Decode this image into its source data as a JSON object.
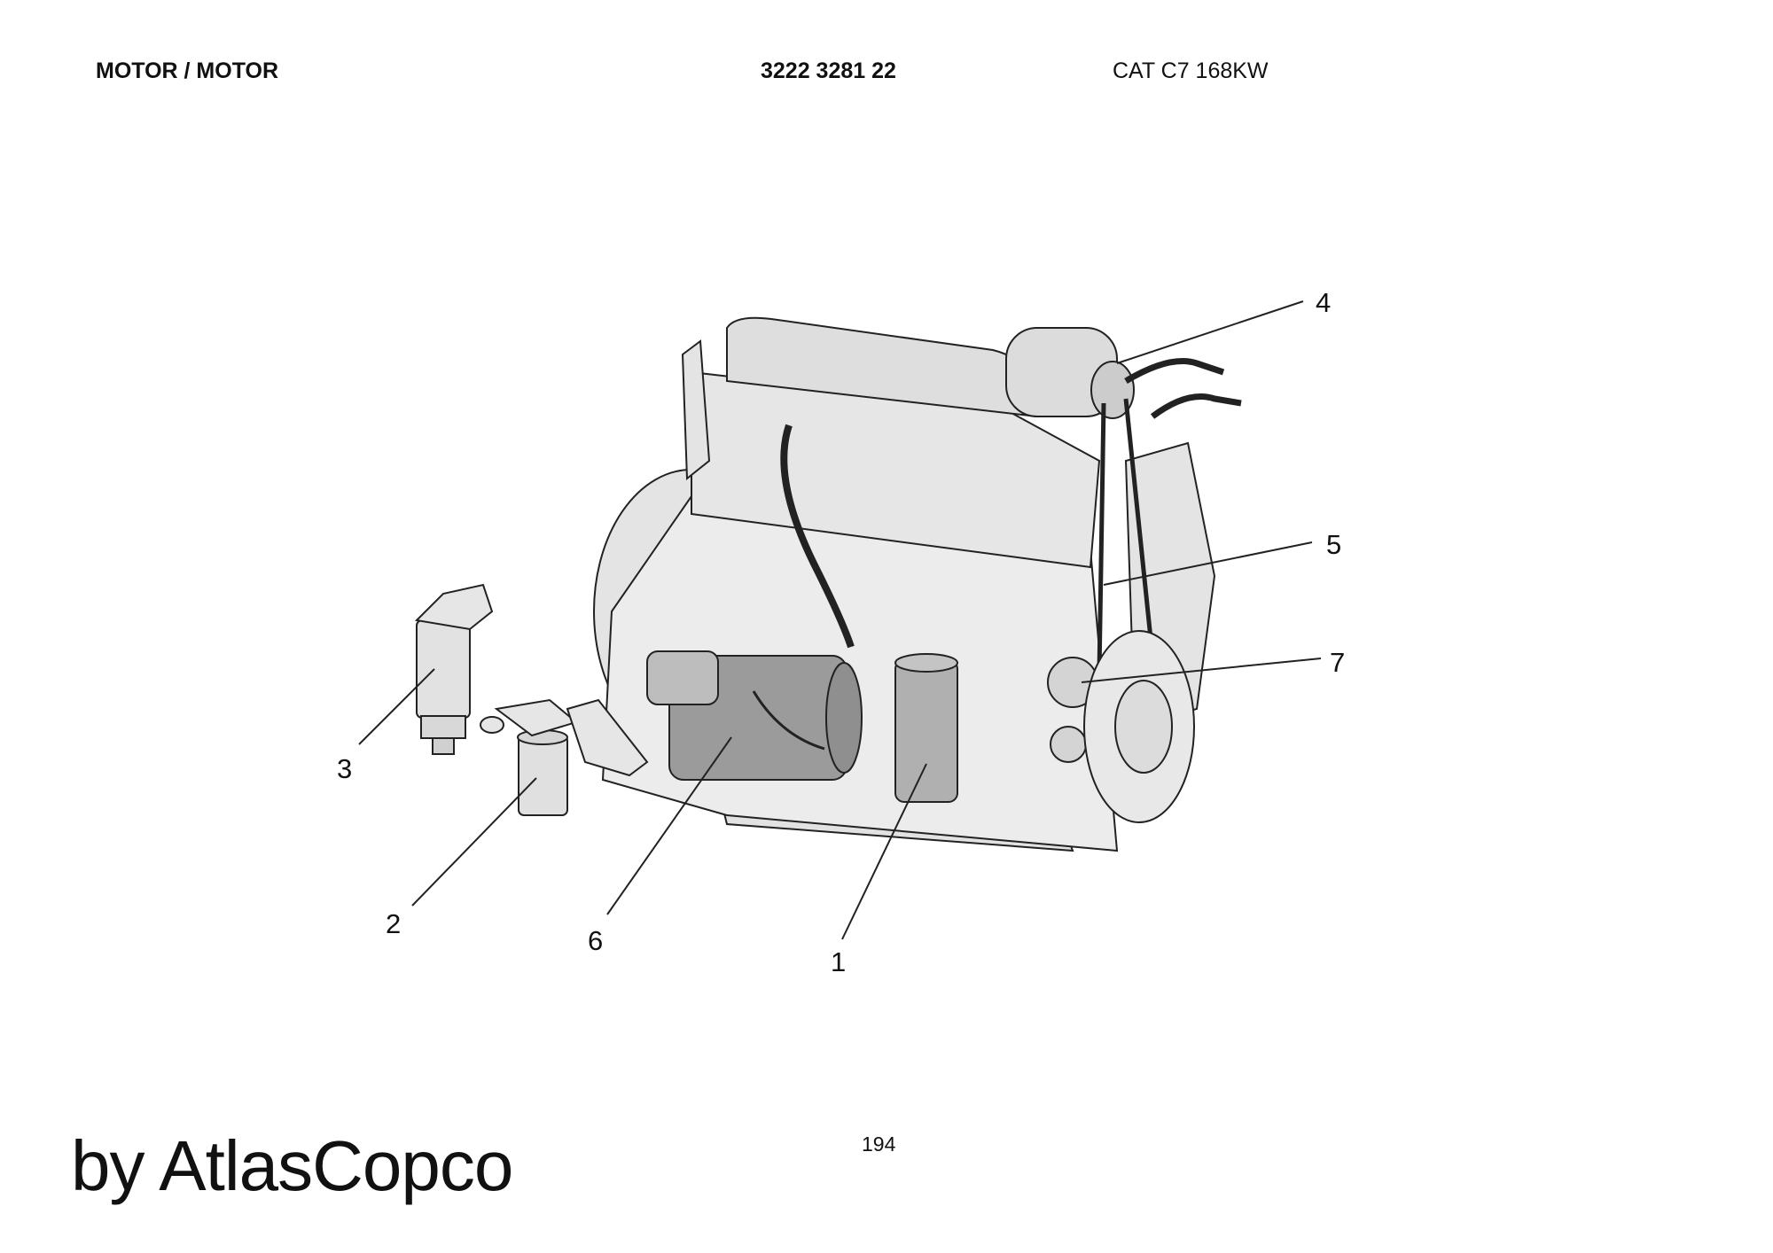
{
  "header": {
    "section": "MOTOR / MOTOR",
    "part_number": "3222 3281 22",
    "engine_model": "CAT C7 168KW"
  },
  "callouts": [
    {
      "label": "1",
      "part": "oil-filter"
    },
    {
      "label": "2",
      "part": "fuel-filter"
    },
    {
      "label": "3",
      "part": "water-separator-filter"
    },
    {
      "label": "4",
      "part": "alternator"
    },
    {
      "label": "5",
      "part": "belt"
    },
    {
      "label": "6",
      "part": "starter-motor"
    },
    {
      "label": "7",
      "part": "belt-tensioner"
    }
  ],
  "footer": {
    "page_number": "194",
    "brand": "by AtlasCopco"
  },
  "colors": {
    "line": "#222222",
    "engine_fill": "#ececec",
    "highlight_fill": "#9b9b9b",
    "background": "#ffffff"
  }
}
